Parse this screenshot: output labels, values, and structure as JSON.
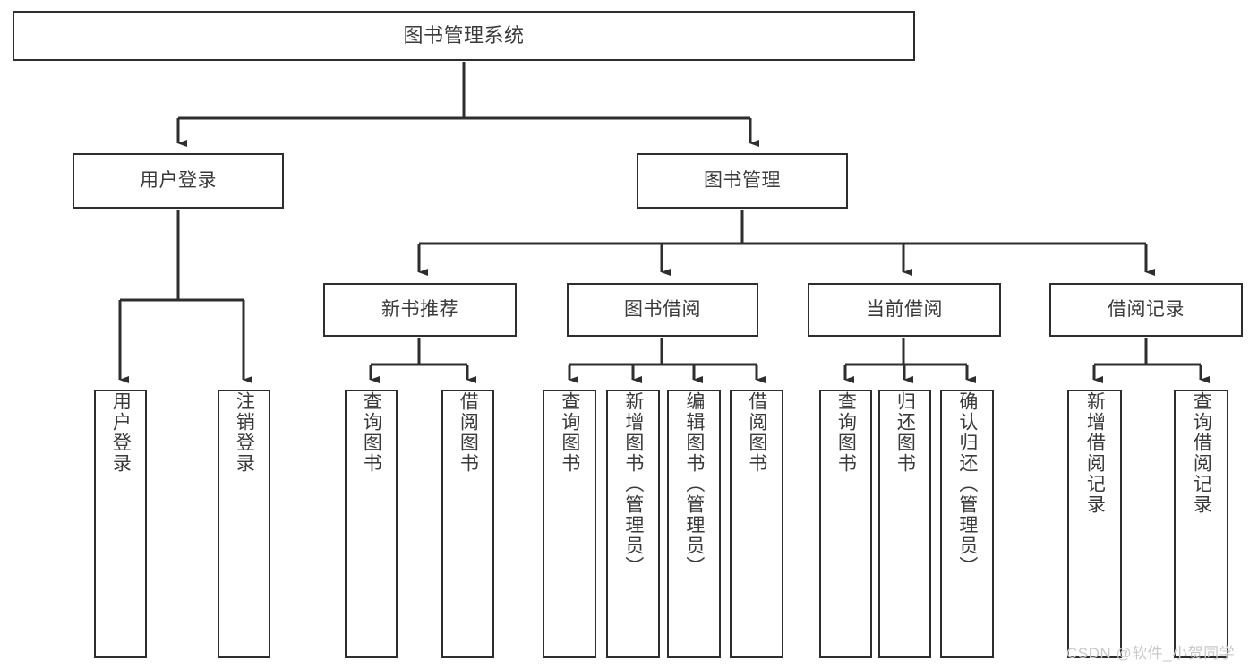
{
  "diagram": {
    "title": "图书管理系统",
    "type": "tree-hierarchy",
    "watermark": "CSDN @软件_小贺同学",
    "colors": {
      "box_border": "#2e2e2e",
      "box_fill": "#ffffff",
      "text": "#3a3a3a",
      "edge": "#2e2e2e",
      "watermark": "#c9c9c9"
    },
    "nodes": {
      "root": {
        "label": "图书管理系统",
        "level": 0
      },
      "level1": [
        {
          "id": "user-login",
          "label": "用户登录"
        },
        {
          "id": "book-manage",
          "label": "图书管理"
        }
      ],
      "level2": [
        {
          "id": "new-book-recommend",
          "label": "新书推荐",
          "parent": "book-manage"
        },
        {
          "id": "book-borrow",
          "label": "图书借阅",
          "parent": "book-manage"
        },
        {
          "id": "current-borrow",
          "label": "当前借阅",
          "parent": "book-manage"
        },
        {
          "id": "borrow-record",
          "label": "借阅记录",
          "parent": "book-manage"
        }
      ],
      "leaves": {
        "user-login": [
          {
            "id": "leaf-user-login",
            "label": "用户登录"
          },
          {
            "id": "leaf-user-logout",
            "label": "注销登录"
          }
        ],
        "new-book-recommend": [
          {
            "id": "leaf-query-book-1",
            "label": "查询图书"
          },
          {
            "id": "leaf-borrow-book-1",
            "label": "借阅图书"
          }
        ],
        "book-borrow": [
          {
            "id": "leaf-query-book-2",
            "label": "查询图书"
          },
          {
            "id": "leaf-add-book",
            "label": "新增图书（管理员）"
          },
          {
            "id": "leaf-edit-book",
            "label": "编辑图书（管理员）"
          },
          {
            "id": "leaf-borrow-book-2",
            "label": "借阅图书"
          }
        ],
        "current-borrow": [
          {
            "id": "leaf-query-book-3",
            "label": "查询图书"
          },
          {
            "id": "leaf-return-book",
            "label": "归还图书"
          },
          {
            "id": "leaf-confirm-return",
            "label": "确认归还（管理员）"
          }
        ],
        "borrow-record": [
          {
            "id": "leaf-add-record",
            "label": "新增借阅记录"
          },
          {
            "id": "leaf-query-record",
            "label": "查询借阅记录"
          }
        ]
      }
    }
  }
}
